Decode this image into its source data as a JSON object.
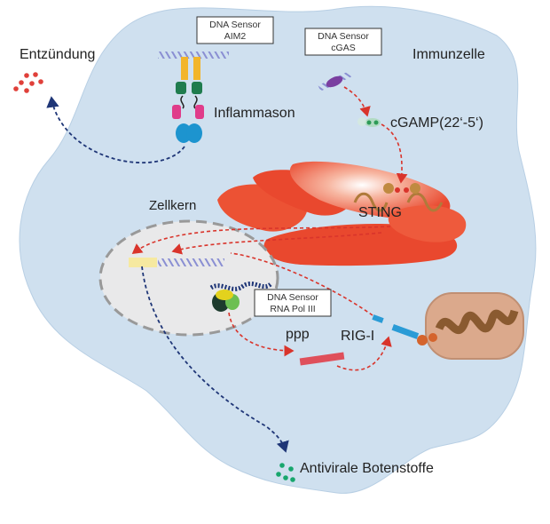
{
  "labels": {
    "inflammation": "Entzündung",
    "immune_cell": "Immunzelle",
    "inflammasome": "Inflammason",
    "cgamp": "cGAMP(22‘-5‘)",
    "nucleus": "Zellkern",
    "sting": "STING",
    "ppp": "ppp",
    "rigi": "RIG-I",
    "antiviral": "Antivirale Botenstoffe"
  },
  "sensors": {
    "aim2": {
      "line1": "DNA Sensor",
      "line2": "AIM2"
    },
    "cgas": {
      "line1": "DNA Sensor",
      "line2": "cGAS"
    },
    "polIII": {
      "line1": "DNA Sensor",
      "line2": "RNA Pol III"
    }
  },
  "colors": {
    "cell": "#cfe0ef",
    "nucleus": "#e9e9ea",
    "er": "#ee5a3c",
    "mito_outer": "#dba98c",
    "mito_inner": "#8a5a30",
    "arrow_red": "#d9342b",
    "arrow_blue": "#1f3677",
    "dna": "#8a8fd3",
    "green_dots": "#17a66d",
    "red_dots": "#e0403a"
  }
}
